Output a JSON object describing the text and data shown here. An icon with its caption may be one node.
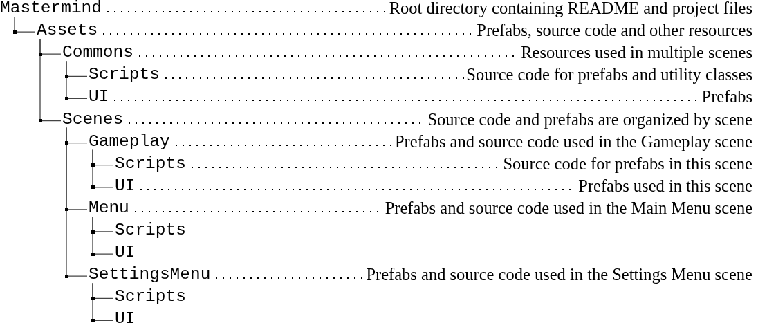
{
  "diagram": {
    "nodes": [
      {
        "text": [
          "Mastermind"
        ],
        "beside": [
          "Root directory containing README and project files"
        ]
      },
      {
        "text": [
          "Assets"
        ],
        "beside": [
          "Prefabs, source code and other resources"
        ]
      },
      {
        "text": [
          "Commons"
        ],
        "beside": [
          "Resources used in multiple scenes"
        ]
      },
      {
        "text": [
          "Scripts"
        ],
        "beside": [
          "Source code for prefabs and utility classes"
        ]
      },
      {
        "text": [
          "UI"
        ],
        "beside": [
          "Prefabs"
        ]
      },
      {
        "text": [
          "Scenes"
        ],
        "beside": [
          "Source code and prefabs are organized by scene"
        ]
      },
      {
        "text": [
          "Gameplay"
        ],
        "beside": [
          "Prefabs and source code used in the Gameplay scene"
        ]
      },
      {
        "text": [
          "Scripts"
        ],
        "beside": [
          "Source code for prefabs in this scene"
        ]
      },
      {
        "text": [
          "UI"
        ],
        "beside": [
          "Prefabs used in this scene"
        ]
      },
      {
        "text": [
          "Menu"
        ],
        "beside": [
          "Prefabs and source code used in the Main Menu scene"
        ]
      },
      {
        "text": [
          "Scripts"
        ]
      },
      {
        "text": [
          "UI"
        ]
      },
      {
        "text": [
          "SettingsMenu"
        ],
        "beside": [
          "Prefabs and source code used in the Settings Menu scene"
        ]
      },
      {
        "text": [
          "Scripts"
        ]
      },
      {
        "text": [
          "UI"
        ]
      }
    ],
    "edges": [
      {
        "from": 0,
        "to": 1,
        "arrow": "none"
      },
      {
        "from": 1,
        "to": 2,
        "arrow": "none"
      },
      {
        "from": 2,
        "to": 3,
        "arrow": "none"
      },
      {
        "from": 2,
        "to": 4,
        "arrow": "none"
      },
      {
        "from": 1,
        "to": 5,
        "arrow": "none"
      },
      {
        "from": 5,
        "to": 6,
        "arrow": "none"
      },
      {
        "from": 6,
        "to": 7,
        "arrow": "none"
      },
      {
        "from": 6,
        "to": 8,
        "arrow": "none"
      },
      {
        "from": 5,
        "to": 9,
        "arrow": "none"
      },
      {
        "from": 9,
        "to": 10,
        "arrow": "none"
      },
      {
        "from": 9,
        "to": 11,
        "arrow": "none"
      },
      {
        "from": 5,
        "to": 12,
        "arrow": "none"
      },
      {
        "from": 12,
        "to": 13,
        "arrow": "none"
      },
      {
        "from": 12,
        "to": 14,
        "arrow": "none"
      }
    ]
  }
}
